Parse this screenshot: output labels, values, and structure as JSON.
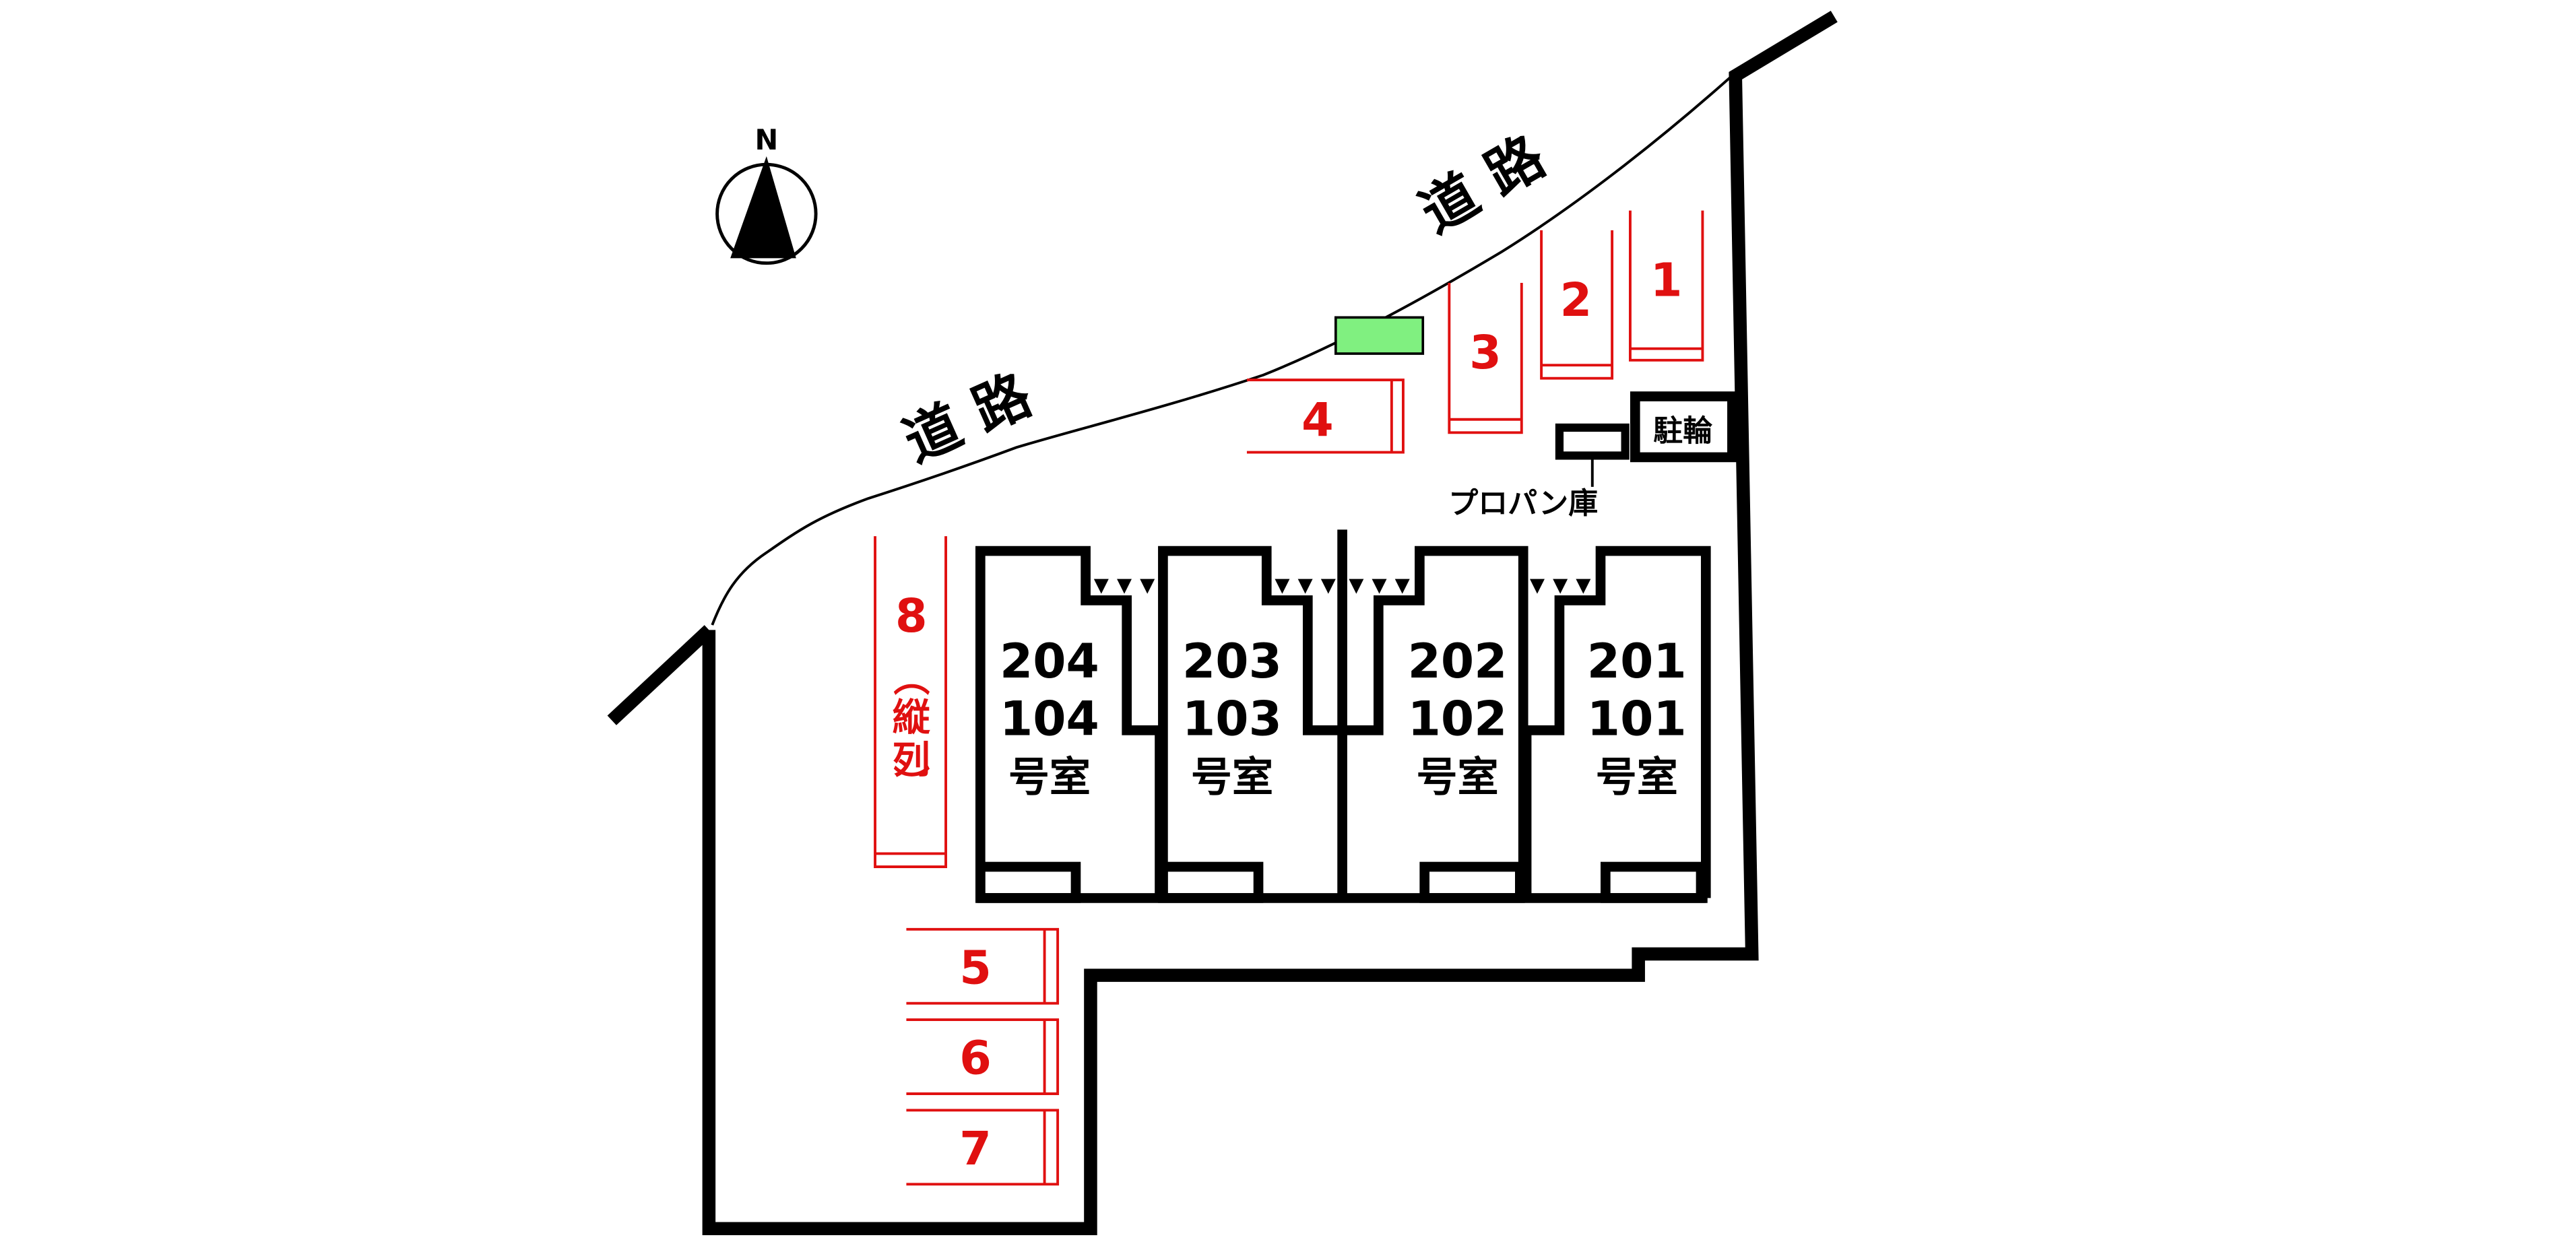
{
  "compass": {
    "north_label": "N"
  },
  "roads": {
    "label_upper": "道 路",
    "label_lower": "道 路"
  },
  "parking": [
    {
      "id": "1"
    },
    {
      "id": "2"
    },
    {
      "id": "3"
    },
    {
      "id": "4"
    },
    {
      "id": "5"
    },
    {
      "id": "6"
    },
    {
      "id": "7"
    }
  ],
  "parking_8": {
    "id": "8",
    "paren_open": "（",
    "char1": "縦",
    "char2": "列",
    "paren_close": "）"
  },
  "facilities": {
    "bicycle": "駐輪",
    "propane": "プロパン庫"
  },
  "units": [
    {
      "upper": "204",
      "lower": "104",
      "suffix": "号室"
    },
    {
      "upper": "203",
      "lower": "103",
      "suffix": "号室"
    },
    {
      "upper": "202",
      "lower": "102",
      "suffix": "号室"
    },
    {
      "upper": "201",
      "lower": "101",
      "suffix": "号室"
    }
  ],
  "colors": {
    "parking": "#e01010",
    "walls": "#000000",
    "green_area": "#80f080"
  }
}
